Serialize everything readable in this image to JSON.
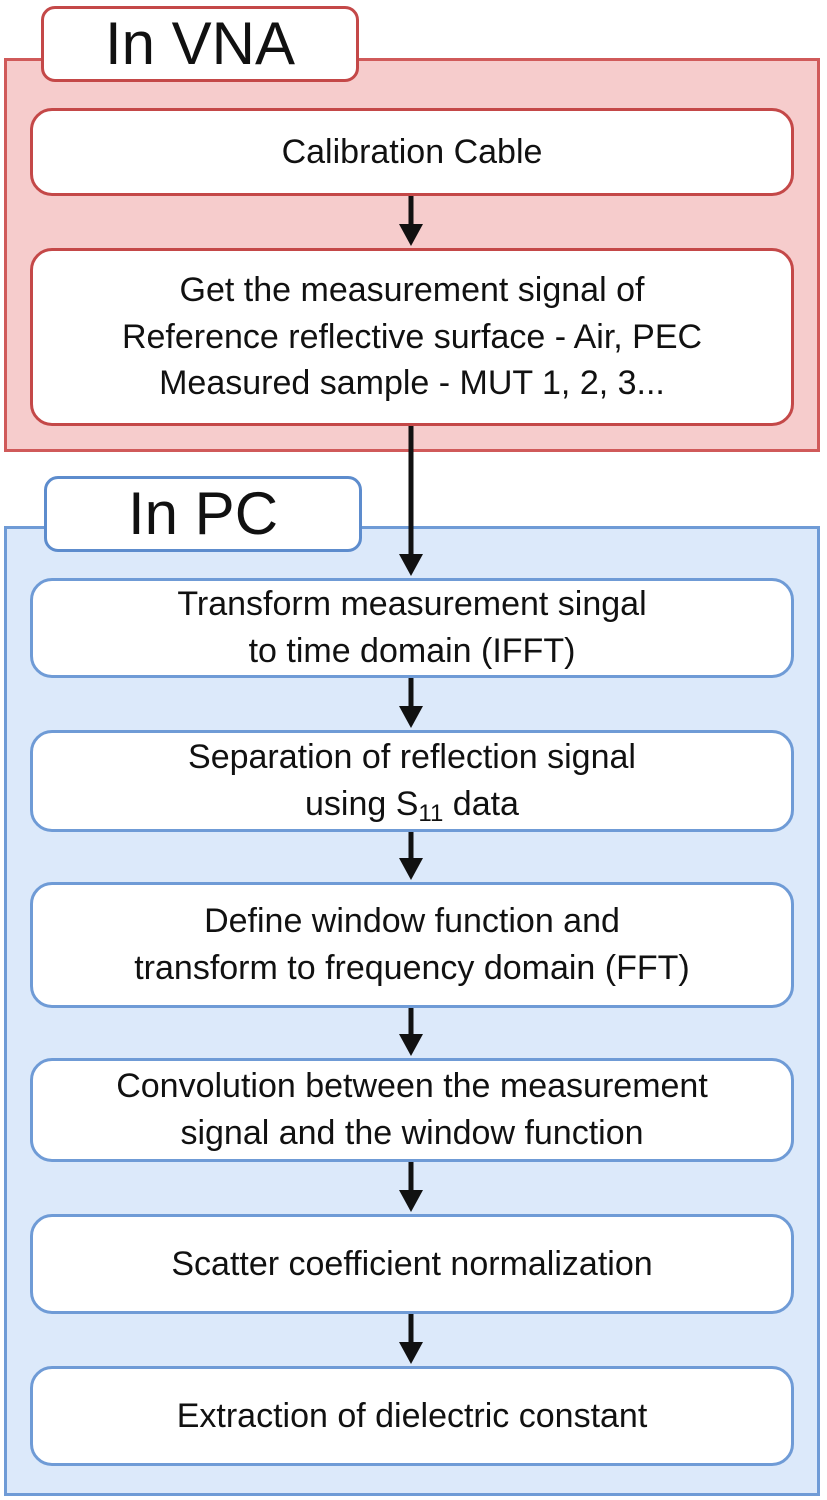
{
  "groups": {
    "vna": {
      "label": "In VNA",
      "color": "#d05a5a",
      "fill": "#f6cccc",
      "steps": [
        {
          "lines": [
            "Calibration Cable"
          ]
        },
        {
          "lines": [
            "Get the measurement signal of",
            "Reference reflective surface - Air, PEC",
            "Measured sample - MUT 1, 2, 3..."
          ]
        }
      ]
    },
    "pc": {
      "label": "In PC",
      "color": "#6f9bd6",
      "fill": "#dce9fa",
      "steps": [
        {
          "lines": [
            "Transform measurement singal",
            "to time domain (IFFT)"
          ]
        },
        {
          "lines": [
            "Separation of reflection signal"
          ],
          "line2": {
            "prefix": "using S",
            "subscript": "11",
            "suffix": " data"
          }
        },
        {
          "lines": [
            "Define window function and",
            "transform to frequency domain (FFT)"
          ]
        },
        {
          "lines": [
            "Convolution between the measurement",
            "signal and the window function"
          ]
        },
        {
          "lines": [
            "Scatter coefficient normalization"
          ]
        },
        {
          "lines": [
            "Extraction of dielectric constant"
          ]
        }
      ]
    }
  },
  "arrow_color": "#111111"
}
